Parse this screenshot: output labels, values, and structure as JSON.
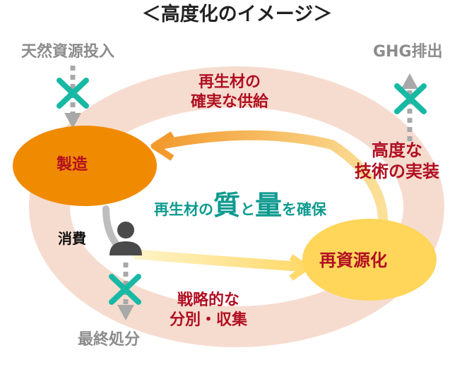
{
  "title": "＜高度化のイメージ＞",
  "input": {
    "label": "天然資源投入"
  },
  "ghg": {
    "label": "GHG排出"
  },
  "supply": {
    "line1": "再生材の",
    "line2": "確実な供給"
  },
  "tech": {
    "line1": "高度な",
    "line2": "技術の実装"
  },
  "manufacturing": {
    "label": "製造"
  },
  "consumption": {
    "label": "消費"
  },
  "recycling": {
    "label": "再資源化"
  },
  "collection": {
    "line1": "戦略的な",
    "line2": "分別・収集"
  },
  "disposal": {
    "label": "最終処分"
  },
  "center": {
    "prefix": "再生材の",
    "quality": "質",
    "and": "と",
    "quantity": "量",
    "suffix": "を確保"
  },
  "colors": {
    "ring": "#f6dccf",
    "manufacturing_fill": "#f08a00",
    "recycling_fill": "#ffd65a",
    "inner_arrow_top": "#f5a03c",
    "inner_arrow_bottom": "#fbe3a0",
    "gray_arrow": "#a8a8a8",
    "cross": "#17b9a5",
    "red_text": "#b00f22",
    "teal_text": "#0e9a8f"
  },
  "icons": {
    "consumer": "person-icon",
    "blocked": "cross-icon"
  }
}
